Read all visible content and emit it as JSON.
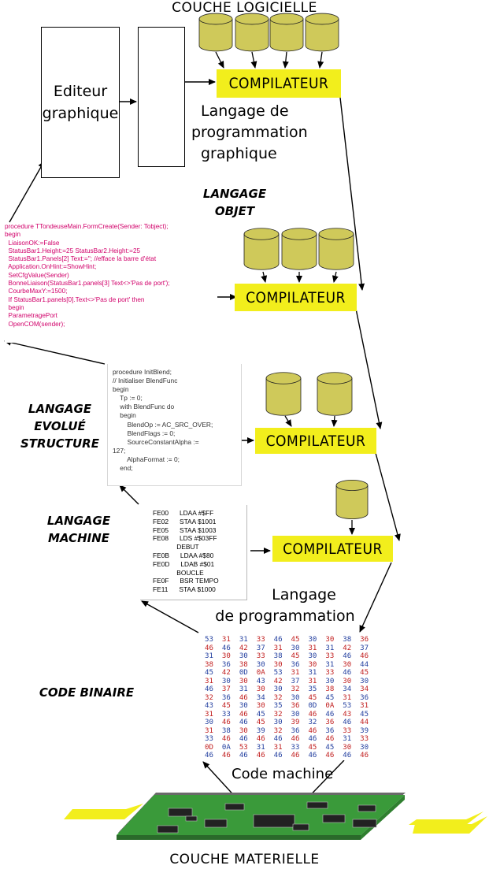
{
  "titles": {
    "top": "COUCHE LOGICIELLE",
    "bottom": "COUCHE MATERIELLE"
  },
  "editor": {
    "line1": "Editeur",
    "line2": "graphique"
  },
  "compilers": {
    "c1": "COMPILATEUR",
    "c2": "COMPILATEUR",
    "c3": "COMPILATEUR",
    "c4": "COMPILATEUR"
  },
  "labels": {
    "graphic_lang_1": "Langage de",
    "graphic_lang_2": "programmation",
    "graphic_lang_3": "graphique",
    "object_lang_1": "LANGAGE",
    "object_lang_2": "OBJET",
    "struct_lang_1": "LANGAGE",
    "struct_lang_2": "EVOLUÉ",
    "struct_lang_3": "STRUCTURE",
    "machine_lang_1": "LANGAGE",
    "machine_lang_2": "MACHINE",
    "binary_code": "CODE BINAIRE",
    "prog_lang_1": "Langage",
    "prog_lang_2": "de programmation",
    "machine_code": "Code machine"
  },
  "colors": {
    "compiler_fill": "#f2ee1c",
    "cylinder_fill": "#cfc95a",
    "pink_code": "#d1006a",
    "hex_red": "#c22020",
    "hex_blue": "#2440a0",
    "shape_green": "#1e8c2e",
    "shape_purple": "#9a3070",
    "shape_blue": "#0a78c8",
    "pcb_green": "#3a9a3a",
    "arrow_yellow": "#f2ee1c"
  },
  "code_object": "procedure TTondeuseMain.FormCreate(Sender: Tobject);\nbegin\n  LiaisonOK:=False\n  StatusBar1.Height:=25 StatusBar2.Height:=25\n  StatusBar1.Panels[2] Text:=''; //efface la barre d'état\n  Application.OnHint:=ShowHint;\n  SetCfgValue(Sender)\n  BonneLiaison(StatusBar1.panels[3] Text<>'Pas de port');\n  CourbeMaxY:=1500;\n  If StatusBar1.panels[0].Text<>'Pas de port' then\n  begin\n  ParametragePort\n  OpenCOM(sender);",
  "code_structured": "procedure InitBlend;\n// Initialiser BlendFunc\nbegin\n    Tp := 0;\n    with BlendFunc do\n    begin\n        BlendOp := AC_SRC_OVER;\n        BlendFlags := 0;\n        SourceConstantAlpha :=\n127;\n        AlphaFormat := 0;\n    end;",
  "code_asm": "FE00      LDAA #$FF\nFE02      STAA $1001\nFE05      STAA $1003\nFE08      LDS #$03FF\n             DEBUT\nFE0B      LDAA #$80\nFE0D      LDAB #$01\n             BOUCLE\nFE0F      BSR TEMPO\nFE11      STAA $1000",
  "hex_rows": [
    [
      "53",
      "31",
      "31",
      "33",
      "46",
      "45",
      "30",
      "30",
      "38",
      "36"
    ],
    [
      "46",
      "46",
      "42",
      "37",
      "31",
      "30",
      "31",
      "31",
      "42",
      "37"
    ],
    [
      "31",
      "30",
      "30",
      "33",
      "38",
      "45",
      "30",
      "33",
      "46",
      "46"
    ],
    [
      "38",
      "36",
      "38",
      "30",
      "30",
      "36",
      "30",
      "31",
      "30",
      "44"
    ],
    [
      "45",
      "42",
      "0D",
      "0A",
      "53",
      "31",
      "31",
      "33",
      "46",
      "45"
    ],
    [
      "31",
      "30",
      "30",
      "43",
      "42",
      "37",
      "31",
      "30",
      "30",
      "30"
    ],
    [
      "46",
      "37",
      "31",
      "30",
      "30",
      "32",
      "35",
      "38",
      "34",
      "34"
    ],
    [
      "32",
      "36",
      "46",
      "34",
      "32",
      "30",
      "45",
      "45",
      "31",
      "36"
    ],
    [
      "43",
      "45",
      "30",
      "30",
      "35",
      "36",
      "0D",
      "0A",
      "53",
      "31"
    ],
    [
      "31",
      "33",
      "46",
      "45",
      "32",
      "30",
      "46",
      "46",
      "43",
      "45"
    ],
    [
      "30",
      "46",
      "46",
      "45",
      "30",
      "39",
      "32",
      "36",
      "46",
      "44"
    ],
    [
      "31",
      "38",
      "30",
      "39",
      "32",
      "36",
      "46",
      "36",
      "33",
      "39"
    ],
    [
      "33",
      "46",
      "46",
      "46",
      "46",
      "46",
      "46",
      "46",
      "31",
      "33"
    ],
    [
      "0D",
      "0A",
      "53",
      "31",
      "31",
      "33",
      "45",
      "45",
      "30",
      "30"
    ],
    [
      "46",
      "46",
      "46",
      "46",
      "46",
      "46",
      "46",
      "46",
      "46",
      "46"
    ]
  ]
}
